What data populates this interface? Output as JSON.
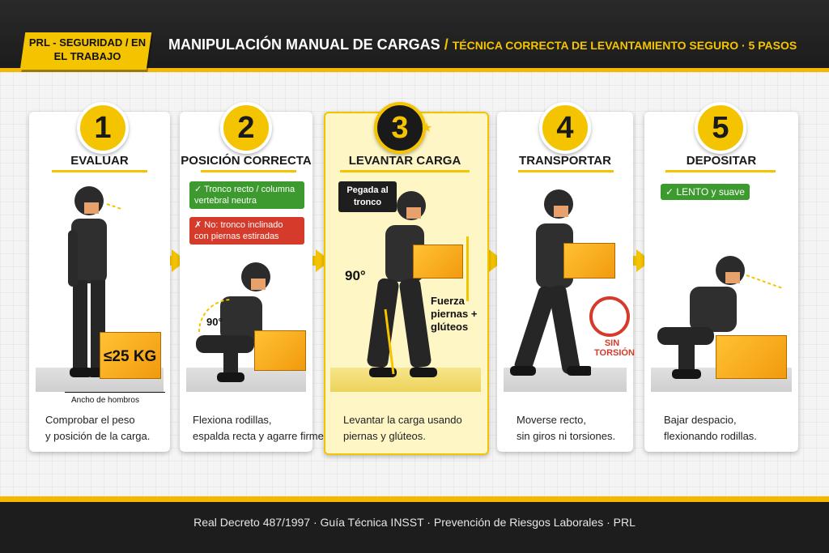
{
  "header": {
    "tag": "PRL - SEGURIDAD / EN EL TRABAJO",
    "title": "MANIPULACIÓN MANUAL DE CARGAS",
    "separator": "/",
    "subtitle": "TÉCNICA CORRECTA DE LEVANTAMIENTO SEGURO · 5 PASOS"
  },
  "steps": [
    {
      "num": "1",
      "title": "EVALUAR",
      "desc1": "Comprobar el peso",
      "desc2": "y posición de la carga.",
      "box_label": "≤25 KG",
      "extra": "Ancho de hombros"
    },
    {
      "num": "2",
      "title": "POSICIÓN CORRECTA",
      "desc1": "Flexiona rodillas,",
      "desc2": "espalda recta y agarre firme",
      "ok_text": "✓ Tronco recto / columna vertebral neutra",
      "no_text": "✗ No: tronco inclinado con piernas estiradas",
      "angle": "90°"
    },
    {
      "num": "3",
      "title": "LEVANTAR CARGA",
      "desc1": "Levantar la carga usando",
      "desc2": "piernas y glúteos.",
      "note": "Pegada al tronco",
      "angle": "90°",
      "force": "Fuerza piernas + glúteos"
    },
    {
      "num": "4",
      "title": "TRANSPORTAR",
      "desc1": "Moverse recto,",
      "desc2": "sin giros ni torsiones.",
      "sign": "SIN TORSIÓN"
    },
    {
      "num": "5",
      "title": "DEPOSITAR",
      "desc1": "Bajar despacio,",
      "desc2": "flexionando rodillas.",
      "ok_text": "✓ LENTO y suave"
    }
  ],
  "footer": {
    "text": "Real Decreto 487/1997 · Guía Técnica INSST · Prevención de Riesgos Laborales · PRL"
  },
  "colors": {
    "accent": "#f5c400",
    "dark": "#1c1c1c",
    "ok": "#3c9a2e",
    "no": "#d63a2a"
  }
}
